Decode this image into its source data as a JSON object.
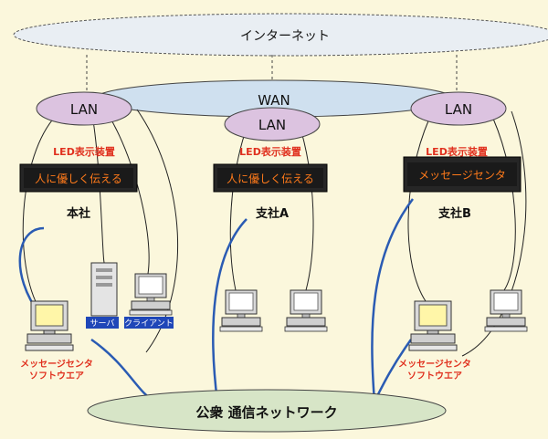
{
  "clouds": {
    "internet": "インターネット",
    "wan": "WAN",
    "public_network": "公衆 通信ネットワーク"
  },
  "lan_label": "LAN",
  "led_device_label": "LED表示装置",
  "offices": [
    {
      "name": "本社",
      "led_text": "人に優しく伝える"
    },
    {
      "name": "支社A",
      "led_text": "人に優しく伝える"
    },
    {
      "name": "支社B",
      "led_text": "メッセージセンタ"
    }
  ],
  "server_label": "サーバ",
  "client_label": "クライアント",
  "software_label": [
    "メッセージセンタ",
    "ソフトウエア"
  ],
  "colors": {
    "background": "#fbf7dc",
    "cloud_fill": "#cfe0ef",
    "lan_fill": "#dcc3e0",
    "led_panel": "#262626",
    "led_text": "#ff7a1a",
    "label_red": "#e0301e",
    "tag_blue": "#1f47b8",
    "link_blue": "#2a5bb3",
    "screen_yellow": "#fff6a8"
  },
  "icons": [
    "desktop-computer-icon",
    "tower-server-icon",
    "led-display-icon"
  ]
}
